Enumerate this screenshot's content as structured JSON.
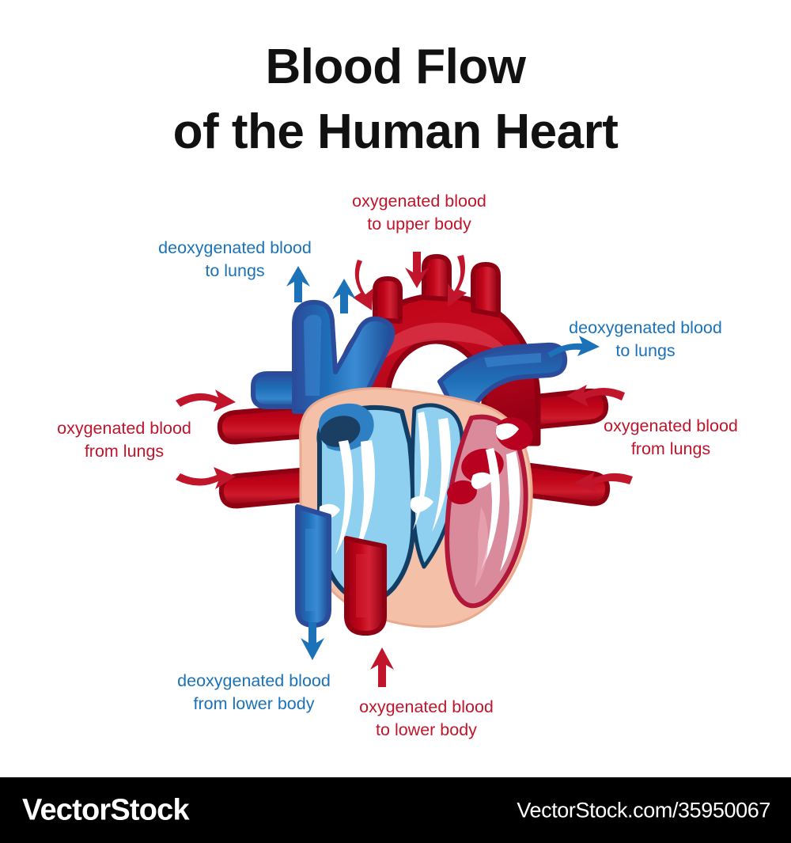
{
  "title": {
    "line1": "Blood Flow",
    "line2": "of the Human Heart"
  },
  "labels": {
    "oxygenated_to_upper_body": {
      "line1": "oxygenated blood",
      "line2": "to upper body",
      "color": "#C0152B"
    },
    "deoxygenated_to_lungs_left": {
      "line1": "deoxygenated blood",
      "line2": "to lungs",
      "color": "#1B72B8"
    },
    "deoxygenated_to_lungs_right": {
      "line1": "deoxygenated blood",
      "line2": "to lungs",
      "color": "#1B72B8"
    },
    "oxygenated_from_lungs_left": {
      "line1": "oxygenated blood",
      "line2": "from lungs",
      "color": "#C0152B"
    },
    "oxygenated_from_lungs_right": {
      "line1": "oxygenated blood",
      "line2": "from lungs",
      "color": "#C0152B"
    },
    "deoxygenated_from_lower_body": {
      "line1": "deoxygenated blood",
      "line2": "from lower body",
      "color": "#1B72B8"
    },
    "oxygenated_to_lower_body": {
      "line1": "oxygenated blood",
      "line2": "to lower body",
      "color": "#C0152B"
    }
  },
  "watermark": {
    "logo": "VectorStock",
    "url": "VectorStock.com/35950067"
  },
  "palette": {
    "background": "#FFFFFF",
    "title_text": "#111111",
    "red_label": "#C0152B",
    "blue_label": "#1B72B8",
    "artery_red": "#C00418",
    "artery_red_dark": "#8E0012",
    "artery_red_light": "#D42134",
    "vein_blue": "#1E6FB8",
    "vein_blue_dark": "#2B4C9B",
    "vein_blue_light": "#3A8BD4",
    "chamber_light_blue": "#8FD0F0",
    "chamber_pink": "#D98B9B",
    "myocardium_peach": "#F5C0A8",
    "myocardium_peach_dark": "#EBA98F",
    "outline_navy": "#123E66",
    "outline_crimson": "#B01739",
    "valve_white": "#FFFFFF",
    "watermark_bar": "#000000",
    "watermark_text": "#FFFFFF"
  },
  "flow_arrows": [
    {
      "id": "arrow-oxy-upper-1",
      "direction": "down",
      "color": "#C0152B"
    },
    {
      "id": "arrow-oxy-upper-2",
      "direction": "down",
      "color": "#C0152B"
    },
    {
      "id": "arrow-oxy-upper-3",
      "direction": "down",
      "color": "#C0152B"
    },
    {
      "id": "arrow-deoxy-lungs-left-1",
      "direction": "up",
      "color": "#1B72B8"
    },
    {
      "id": "arrow-deoxy-lungs-left-2",
      "direction": "up",
      "color": "#1B72B8"
    },
    {
      "id": "arrow-deoxy-lungs-right",
      "direction": "right",
      "color": "#1B72B8"
    },
    {
      "id": "arrow-oxy-from-lungs-left-1",
      "direction": "right",
      "color": "#C0152B"
    },
    {
      "id": "arrow-oxy-from-lungs-left-2",
      "direction": "right",
      "color": "#C0152B"
    },
    {
      "id": "arrow-oxy-from-lungs-right-1",
      "direction": "left",
      "color": "#C0152B"
    },
    {
      "id": "arrow-oxy-from-lungs-right-2",
      "direction": "left",
      "color": "#C0152B"
    },
    {
      "id": "arrow-deoxy-lower",
      "direction": "down",
      "color": "#1B72B8"
    },
    {
      "id": "arrow-oxy-lower",
      "direction": "up",
      "color": "#C0152B"
    }
  ]
}
